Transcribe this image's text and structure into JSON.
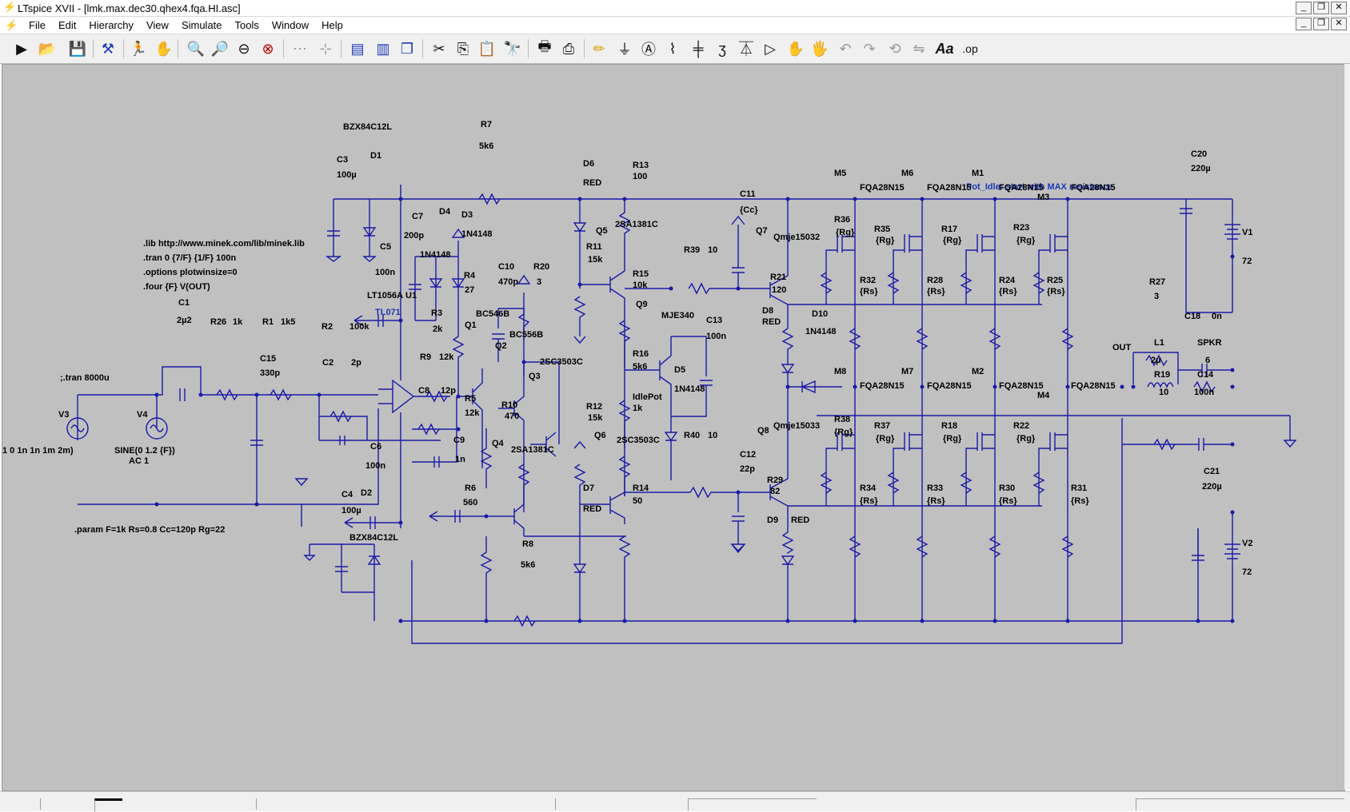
{
  "window": {
    "title": "LTspice XVII - [lmk.max.dec30.qhex4.fqa.HI.asc]",
    "controls": [
      "_",
      "❐",
      "✕"
    ],
    "mdi_controls": [
      "_",
      "❐",
      "✕"
    ]
  },
  "menu": [
    "File",
    "Edit",
    "Hierarchy",
    "View",
    "Simulate",
    "Tools",
    "Window",
    "Help"
  ],
  "toolbar_icons": [
    "run-icon",
    "open-icon",
    "save-icon",
    "control-panel-icon",
    "halt-icon",
    "pan-icon",
    "zoom-in-icon",
    "zoom-area-icon",
    "zoom-out-icon",
    "zoom-cancel-icon",
    "autorange-icon",
    "mark-icon",
    "tile-horizontal-icon",
    "tile-vertical-icon",
    "cascade-icon",
    "cut-icon",
    "copy-icon",
    "paste-icon",
    "find-icon",
    "print-icon",
    "print-setup-icon",
    "wire-icon",
    "ground-icon",
    "label-icon",
    "resistor-icon",
    "capacitor-icon",
    "inductor-icon",
    "diode-icon",
    "component-icon",
    "move-icon",
    "drag-icon",
    "undo-icon",
    "redo-icon",
    "rotate-icon",
    "mirror-icon",
    "text-icon",
    "spice-directive-icon"
  ],
  "colors": {
    "schematic_bg": "#c0c0c0",
    "wire": "#1a1aa8",
    "component": "#1a1aa8",
    "text": "#000000",
    "accent_blue_text": "#1b38b5"
  },
  "schematic": {
    "directives": [
      ".lib http://www.minek.com/lib/minek.lib",
      ".tran 0 {7/F} {1/F} 100n",
      ".options plotwinsize=0",
      ".four {F} V(OUT)"
    ],
    "comment_tran": ";.tran 8000u",
    "param": ".param F=1k Rs=0.8 Cc=120p Rg=22",
    "note": "Pot_Idle: start with MAX resistance",
    "sources": {
      "v3_name": "V3",
      "v3_value": "1 0 1n 1n 1m 2m)",
      "v4_name": "V4",
      "v4_value": "SINE(0 1.2 {F})",
      "v4_ac": "AC 1",
      "v1_name": "V1",
      "v1_value": "72",
      "v2_name": "V2",
      "v2_value": "72"
    },
    "labels": [
      {
        "id": "bzx-top",
        "text": "BZX84C12L"
      },
      {
        "id": "r7",
        "text": "R7"
      },
      {
        "id": "r7v",
        "text": "5k6"
      },
      {
        "id": "c3",
        "text": "C3"
      },
      {
        "id": "c3v",
        "text": "100µ"
      },
      {
        "id": "d1",
        "text": "D1"
      },
      {
        "id": "c7",
        "text": "C7"
      },
      {
        "id": "c7v",
        "text": "200p"
      },
      {
        "id": "d4",
        "text": "D4"
      },
      {
        "id": "d3",
        "text": "D3"
      },
      {
        "id": "d3v",
        "text": "1N4148"
      },
      {
        "id": "d4v",
        "text": "1N4148"
      },
      {
        "id": "c5",
        "text": "C5"
      },
      {
        "id": "c5v",
        "text": "100n"
      },
      {
        "id": "r4",
        "text": "R4"
      },
      {
        "id": "r4v",
        "text": "27"
      },
      {
        "id": "c10",
        "text": "C10"
      },
      {
        "id": "c10v",
        "text": "470p"
      },
      {
        "id": "r20",
        "text": "R20"
      },
      {
        "id": "r20v",
        "text": "3"
      },
      {
        "id": "lt1056",
        "text": "LT1056A"
      },
      {
        "id": "u1",
        "text": "U1"
      },
      {
        "id": "tl071",
        "text": "TL071"
      },
      {
        "id": "r3",
        "text": "R3"
      },
      {
        "id": "r3v",
        "text": "2k"
      },
      {
        "id": "q1",
        "text": "Q1"
      },
      {
        "id": "bc546",
        "text": "BC546B"
      },
      {
        "id": "q2",
        "text": "Q2"
      },
      {
        "id": "bc556",
        "text": "BC556B"
      },
      {
        "id": "r9",
        "text": "R9"
      },
      {
        "id": "r9v",
        "text": "12k"
      },
      {
        "id": "c8",
        "text": "C8"
      },
      {
        "id": "c8v",
        "text": "12p"
      },
      {
        "id": "c1",
        "text": "C1"
      },
      {
        "id": "c1v",
        "text": "2µ2"
      },
      {
        "id": "r26",
        "text": "R26"
      },
      {
        "id": "r26v",
        "text": "1k"
      },
      {
        "id": "r1",
        "text": "R1"
      },
      {
        "id": "r1v",
        "text": "1k5"
      },
      {
        "id": "r2",
        "text": "R2"
      },
      {
        "id": "r2v",
        "text": "100k"
      },
      {
        "id": "c2",
        "text": "C2"
      },
      {
        "id": "c2v",
        "text": "2p"
      },
      {
        "id": "c15",
        "text": "C15"
      },
      {
        "id": "c15v",
        "text": "330p"
      },
      {
        "id": "q3",
        "text": "Q3"
      },
      {
        "id": "q3v",
        "text": "2SC3503C"
      },
      {
        "id": "r5",
        "text": "R5"
      },
      {
        "id": "r5v",
        "text": "12k"
      },
      {
        "id": "r10",
        "text": "R10"
      },
      {
        "id": "r10v",
        "text": "470"
      },
      {
        "id": "c9",
        "text": "C9"
      },
      {
        "id": "c9v",
        "text": "1n"
      },
      {
        "id": "q4",
        "text": "Q4"
      },
      {
        "id": "q4v",
        "text": "2SA1381C"
      },
      {
        "id": "r6",
        "text": "R6"
      },
      {
        "id": "r6v",
        "text": "560"
      },
      {
        "id": "c6",
        "text": "C6"
      },
      {
        "id": "c6v",
        "text": "100n"
      },
      {
        "id": "c4",
        "text": "C4"
      },
      {
        "id": "c4v",
        "text": "100µ"
      },
      {
        "id": "d2",
        "text": "D2"
      },
      {
        "id": "bzx-bot",
        "text": "BZX84C12L"
      },
      {
        "id": "r8",
        "text": "R8"
      },
      {
        "id": "r8v",
        "text": "5k6"
      },
      {
        "id": "d6",
        "text": "D6"
      },
      {
        "id": "d6v",
        "text": "RED"
      },
      {
        "id": "r13",
        "text": "R13"
      },
      {
        "id": "r13v",
        "text": "100"
      },
      {
        "id": "q5",
        "text": "Q5"
      },
      {
        "id": "q5v",
        "text": "2SA1381C"
      },
      {
        "id": "r11",
        "text": "R11"
      },
      {
        "id": "r11v",
        "text": "15k"
      },
      {
        "id": "r15",
        "text": "R15"
      },
      {
        "id": "r15v",
        "text": "10k"
      },
      {
        "id": "q9",
        "text": "Q9"
      },
      {
        "id": "q9v",
        "text": "MJE340"
      },
      {
        "id": "c13",
        "text": "C13"
      },
      {
        "id": "c13v",
        "text": "100n"
      },
      {
        "id": "r16",
        "text": "R16"
      },
      {
        "id": "r16v",
        "text": "5k6"
      },
      {
        "id": "d5",
        "text": "D5"
      },
      {
        "id": "d5v",
        "text": "1N4148"
      },
      {
        "id": "idlepot",
        "text": "IdlePot"
      },
      {
        "id": "idlepotv",
        "text": "1k"
      },
      {
        "id": "r12",
        "text": "R12"
      },
      {
        "id": "r12v",
        "text": "15k"
      },
      {
        "id": "q6",
        "text": "Q6"
      },
      {
        "id": "q6v",
        "text": "2SC3503C"
      },
      {
        "id": "d7",
        "text": "D7"
      },
      {
        "id": "d7v",
        "text": "RED"
      },
      {
        "id": "r14",
        "text": "R14"
      },
      {
        "id": "r14v",
        "text": "50"
      },
      {
        "id": "c11",
        "text": "C11"
      },
      {
        "id": "c11v",
        "text": "{Cc}"
      },
      {
        "id": "r39",
        "text": "R39"
      },
      {
        "id": "r39v",
        "text": "10"
      },
      {
        "id": "r40",
        "text": "R40"
      },
      {
        "id": "r40v",
        "text": "10"
      },
      {
        "id": "c12",
        "text": "C12"
      },
      {
        "id": "c12v",
        "text": "22p"
      },
      {
        "id": "q7",
        "text": "Q7"
      },
      {
        "id": "q7v",
        "text": "Qmje15032"
      },
      {
        "id": "q8",
        "text": "Q8"
      },
      {
        "id": "q8v",
        "text": "Qmje15033"
      },
      {
        "id": "r21",
        "text": "R21"
      },
      {
        "id": "r21v",
        "text": "120"
      },
      {
        "id": "d8",
        "text": "D8"
      },
      {
        "id": "d8v",
        "text": "RED"
      },
      {
        "id": "d10",
        "text": "D10"
      },
      {
        "id": "d10v",
        "text": "1N4148"
      },
      {
        "id": "r29",
        "text": "R29"
      },
      {
        "id": "r29v",
        "text": "82"
      },
      {
        "id": "d9",
        "text": "D9"
      },
      {
        "id": "d9v",
        "text": "RED"
      },
      {
        "id": "m5",
        "text": "M5"
      },
      {
        "id": "m6",
        "text": "M6"
      },
      {
        "id": "m1",
        "text": "M1"
      },
      {
        "id": "m3",
        "text": "M3"
      },
      {
        "id": "m8",
        "text": "M8"
      },
      {
        "id": "m7",
        "text": "M7"
      },
      {
        "id": "m2",
        "text": "M2"
      },
      {
        "id": "m4",
        "text": "M4"
      },
      {
        "id": "fqa1",
        "text": "FQA28N15"
      },
      {
        "id": "fqa2",
        "text": "FQA28N15"
      },
      {
        "id": "fqa3",
        "text": "FQA28N15"
      },
      {
        "id": "fqa4",
        "text": "FQA28N15"
      },
      {
        "id": "fqa5",
        "text": "FQA28N15"
      },
      {
        "id": "fqa6",
        "text": "FQA28N15"
      },
      {
        "id": "fqa7",
        "text": "FQA28N15"
      },
      {
        "id": "fqa8",
        "text": "FQA28N15"
      },
      {
        "id": "r36",
        "text": "R36"
      },
      {
        "id": "r36v",
        "text": "{Rg}"
      },
      {
        "id": "r35",
        "text": "R35"
      },
      {
        "id": "r35v",
        "text": "{Rg}"
      },
      {
        "id": "r17",
        "text": "R17"
      },
      {
        "id": "r17v",
        "text": "{Rg}"
      },
      {
        "id": "r23",
        "text": "R23"
      },
      {
        "id": "r23v",
        "text": "{Rg}"
      },
      {
        "id": "r32",
        "text": "R32"
      },
      {
        "id": "r32v",
        "text": "{Rs}"
      },
      {
        "id": "r28",
        "text": "R28"
      },
      {
        "id": "r28v",
        "text": "{Rs}"
      },
      {
        "id": "r24",
        "text": "R24"
      },
      {
        "id": "r24v",
        "text": "{Rs}"
      },
      {
        "id": "r25",
        "text": "R25"
      },
      {
        "id": "r25v",
        "text": "{Rs}"
      },
      {
        "id": "r38",
        "text": "R38"
      },
      {
        "id": "r38v",
        "text": "{Rg}"
      },
      {
        "id": "r37",
        "text": "R37"
      },
      {
        "id": "r37v",
        "text": "{Rg}"
      },
      {
        "id": "r18",
        "text": "R18"
      },
      {
        "id": "r18v",
        "text": "{Rg}"
      },
      {
        "id": "r22",
        "text": "R22"
      },
      {
        "id": "r22v",
        "text": "{Rg}"
      },
      {
        "id": "r34",
        "text": "R34"
      },
      {
        "id": "r34v",
        "text": "{Rs}"
      },
      {
        "id": "r33",
        "text": "R33"
      },
      {
        "id": "r33v",
        "text": "{Rs}"
      },
      {
        "id": "r30",
        "text": "R30"
      },
      {
        "id": "r30v",
        "text": "{Rs}"
      },
      {
        "id": "r31",
        "text": "R31"
      },
      {
        "id": "r31v",
        "text": "{Rs}"
      },
      {
        "id": "c20",
        "text": "C20"
      },
      {
        "id": "c20v",
        "text": "220µ"
      },
      {
        "id": "c21",
        "text": "C21"
      },
      {
        "id": "c21v",
        "text": "220µ"
      },
      {
        "id": "r27",
        "text": "R27"
      },
      {
        "id": "r27v",
        "text": "3"
      },
      {
        "id": "c18",
        "text": "C18"
      },
      {
        "id": "c18v",
        "text": "0n"
      },
      {
        "id": "l1",
        "text": "L1"
      },
      {
        "id": "l1v",
        "text": "2µ"
      },
      {
        "id": "spkr",
        "text": "SPKR"
      },
      {
        "id": "spkrv",
        "text": "6"
      },
      {
        "id": "out",
        "text": "OUT"
      },
      {
        "id": "r19",
        "text": "R19"
      },
      {
        "id": "r19v",
        "text": "10"
      },
      {
        "id": "c14",
        "text": "C14"
      },
      {
        "id": "c14v",
        "text": "100n"
      }
    ]
  }
}
